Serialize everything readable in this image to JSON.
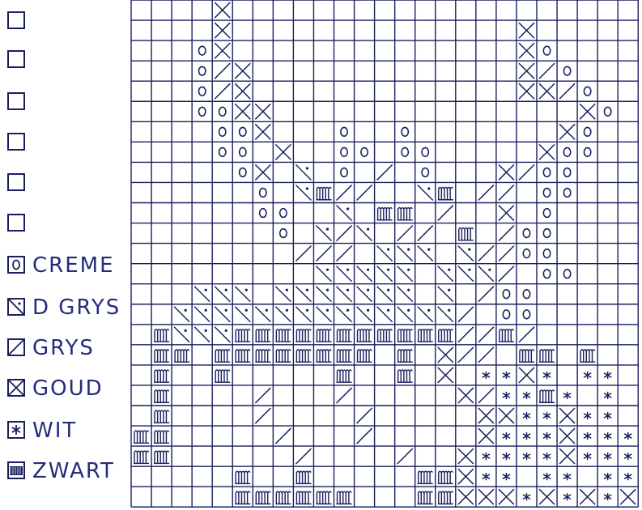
{
  "colors": {
    "ink": "#1a1f5e",
    "label": "#232c7a"
  },
  "legend": [
    {
      "symbol": "empty-box",
      "label": ""
    },
    {
      "symbol": "empty-box",
      "label": ""
    },
    {
      "symbol": "empty-box",
      "label": ""
    },
    {
      "symbol": "empty-box",
      "label": ""
    },
    {
      "symbol": "empty-box",
      "label": ""
    },
    {
      "symbol": "empty-box",
      "label": ""
    },
    {
      "symbol": "circle",
      "label": "CREME"
    },
    {
      "symbol": "dot-slash",
      "label": "D GRYS"
    },
    {
      "symbol": "slash",
      "label": "GRYS"
    },
    {
      "symbol": "cross",
      "label": "GOUD"
    },
    {
      "symbol": "star",
      "label": "WIT"
    },
    {
      "symbol": "loops",
      "label": "ZWART"
    }
  ],
  "chart_data": {
    "type": "table",
    "grid": {
      "columns": 25,
      "rows": 25
    },
    "symbol_codes": {
      "O": "circle",
      "D": "dot-slash",
      "/": "slash",
      "X": "cross",
      "*": "star",
      "W": "loops",
      ".": "empty"
    },
    "rows": [
      "....X....................",
      "....X..............X.....",
      "...OX..............XO....",
      "...O/X.............X/O...",
      "...O/X.............XX/O..",
      "...OOXX...............XO.",
      "....OOX...O..O.......XO..",
      "....OO.X..OO.OO.....XOO..",
      ".....OX.D.O./.O...X/OO...",
      "......O.DW//..DW.//.OO...",
      "......OO..D.WW./..X.O....",
      ".......O.D/D.//.W./OO....",
      "........///.DDD.D//OO....",
      ".........DDDDD.DDD/.OO...",
      "...DDD.DDDDDDD.D./OO.....",
      "..DDDDDDDDDDDDDD/.OO.....",
      ".WDDDWWWWWWWWWWW//W/.....",
      ".WW.WWWWWWWW.W.X//.WW.W..",
      ".W..W.....W..W.X.**X*.**.",
      ".W..../.../.....X/**W*.*.",
      ".W..../..../.....XX**X**.",
      "WW...../.../.....X***X***",
      "WW....../..../..X****X***",
      ".....W..W.....WWX**.**.**",
      ".....WWWWWW...WWXXX*X*X*X"
    ]
  }
}
